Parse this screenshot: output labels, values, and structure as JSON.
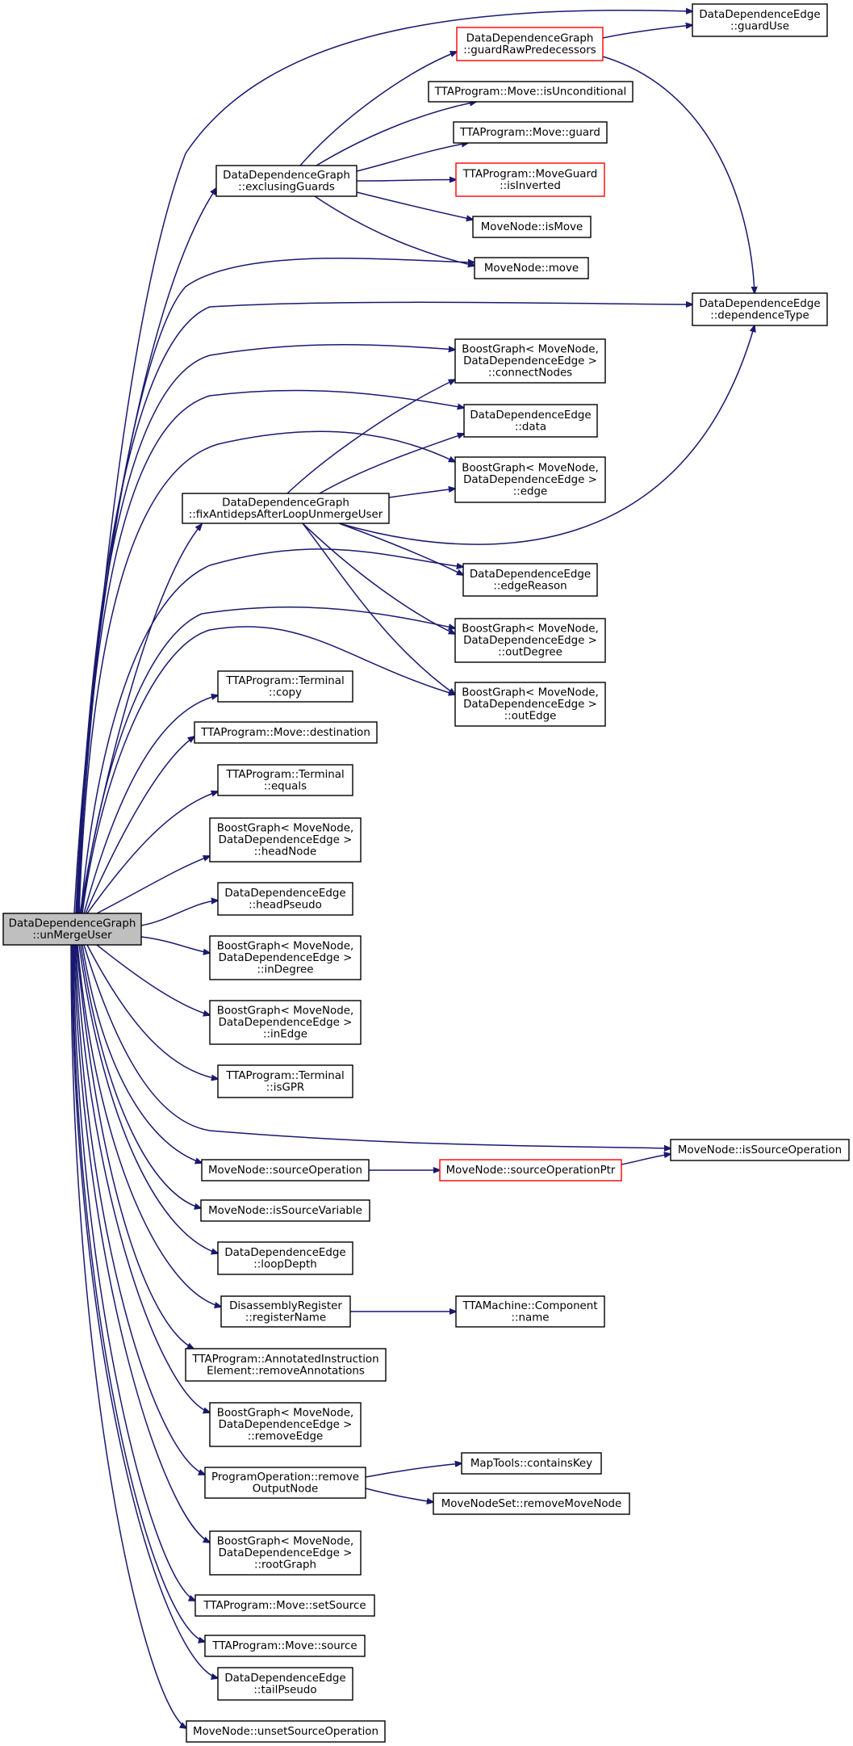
{
  "colors": {
    "edge": "#191970",
    "root_fill": "#bfbfbf",
    "node_fill": "#ffffff",
    "node_border": "#000000",
    "incomplete_border": "#ff0000"
  },
  "nodes": [
    {
      "id": "root",
      "lines": [
        "DataDependenceGraph",
        "::unMergeUser"
      ],
      "style": "root"
    },
    {
      "id": "guardUse",
      "lines": [
        "DataDependenceEdge",
        "::guardUse"
      ],
      "style": "normal"
    },
    {
      "id": "guardRawPred",
      "lines": [
        "DataDependenceGraph",
        "::guardRawPredecessors"
      ],
      "style": "incomplete"
    },
    {
      "id": "isUncond",
      "lines": [
        "TTAProgram::Move::isUnconditional"
      ],
      "style": "normal"
    },
    {
      "id": "moveGuard",
      "lines": [
        "TTAProgram::Move::guard"
      ],
      "style": "normal"
    },
    {
      "id": "isInverted",
      "lines": [
        "TTAProgram::MoveGuard",
        "::isInverted"
      ],
      "style": "incomplete"
    },
    {
      "id": "exclGuards",
      "lines": [
        "DataDependenceGraph",
        "::exclusingGuards"
      ],
      "style": "normal"
    },
    {
      "id": "isMove",
      "lines": [
        "MoveNode::isMove"
      ],
      "style": "normal"
    },
    {
      "id": "mnMove",
      "lines": [
        "MoveNode::move"
      ],
      "style": "normal"
    },
    {
      "id": "depType",
      "lines": [
        "DataDependenceEdge",
        "::dependenceType"
      ],
      "style": "normal"
    },
    {
      "id": "connectNodes",
      "lines": [
        "BoostGraph< MoveNode,",
        "DataDependenceEdge >",
        "::connectNodes"
      ],
      "style": "normal"
    },
    {
      "id": "edgeData",
      "lines": [
        "DataDependenceEdge",
        "::data"
      ],
      "style": "normal"
    },
    {
      "id": "bgEdge",
      "lines": [
        "BoostGraph< MoveNode,",
        "DataDependenceEdge >",
        "::edge"
      ],
      "style": "normal"
    },
    {
      "id": "fixAnti",
      "lines": [
        "DataDependenceGraph",
        "::fixAntidepsAfterLoopUnmergeUser"
      ],
      "style": "normal"
    },
    {
      "id": "edgeReason",
      "lines": [
        "DataDependenceEdge",
        "::edgeReason"
      ],
      "style": "normal"
    },
    {
      "id": "outDegree",
      "lines": [
        "BoostGraph< MoveNode,",
        "DataDependenceEdge >",
        "::outDegree"
      ],
      "style": "normal"
    },
    {
      "id": "outEdge",
      "lines": [
        "BoostGraph< MoveNode,",
        "DataDependenceEdge >",
        "::outEdge"
      ],
      "style": "normal"
    },
    {
      "id": "termCopy",
      "lines": [
        "TTAProgram::Terminal",
        "::copy"
      ],
      "style": "normal"
    },
    {
      "id": "moveDest",
      "lines": [
        "TTAProgram::Move::destination"
      ],
      "style": "normal"
    },
    {
      "id": "termEquals",
      "lines": [
        "TTAProgram::Terminal",
        "::equals"
      ],
      "style": "normal"
    },
    {
      "id": "headNode",
      "lines": [
        "BoostGraph< MoveNode,",
        "DataDependenceEdge >",
        "::headNode"
      ],
      "style": "normal"
    },
    {
      "id": "headPseudo",
      "lines": [
        "DataDependenceEdge",
        "::headPseudo"
      ],
      "style": "normal"
    },
    {
      "id": "inDegree",
      "lines": [
        "BoostGraph< MoveNode,",
        "DataDependenceEdge >",
        "::inDegree"
      ],
      "style": "normal"
    },
    {
      "id": "inEdge",
      "lines": [
        "BoostGraph< MoveNode,",
        "DataDependenceEdge >",
        "::inEdge"
      ],
      "style": "normal"
    },
    {
      "id": "isGPR",
      "lines": [
        "TTAProgram::Terminal",
        "::isGPR"
      ],
      "style": "normal"
    },
    {
      "id": "isSrcOp",
      "lines": [
        "MoveNode::isSourceOperation"
      ],
      "style": "normal"
    },
    {
      "id": "srcOp",
      "lines": [
        "MoveNode::sourceOperation"
      ],
      "style": "normal"
    },
    {
      "id": "srcOpPtr",
      "lines": [
        "MoveNode::sourceOperationPtr"
      ],
      "style": "incomplete"
    },
    {
      "id": "isSrcVar",
      "lines": [
        "MoveNode::isSourceVariable"
      ],
      "style": "normal"
    },
    {
      "id": "loopDepth",
      "lines": [
        "DataDependenceEdge",
        "::loopDepth"
      ],
      "style": "normal"
    },
    {
      "id": "regName",
      "lines": [
        "DisassemblyRegister",
        "::registerName"
      ],
      "style": "normal"
    },
    {
      "id": "compName",
      "lines": [
        "TTAMachine::Component",
        "::name"
      ],
      "style": "normal"
    },
    {
      "id": "removeAnn",
      "lines": [
        "TTAProgram::AnnotatedInstruction",
        "Element::removeAnnotations"
      ],
      "style": "normal"
    },
    {
      "id": "removeEdge",
      "lines": [
        "BoostGraph< MoveNode,",
        "DataDependenceEdge >",
        "::removeEdge"
      ],
      "style": "normal"
    },
    {
      "id": "removeOut",
      "lines": [
        "ProgramOperation::remove",
        "OutputNode"
      ],
      "style": "normal"
    },
    {
      "id": "containsKey",
      "lines": [
        "MapTools::containsKey"
      ],
      "style": "normal"
    },
    {
      "id": "removeMoveNode",
      "lines": [
        "MoveNodeSet::removeMoveNode"
      ],
      "style": "normal"
    },
    {
      "id": "rootGraph",
      "lines": [
        "BoostGraph< MoveNode,",
        "DataDependenceEdge >",
        "::rootGraph"
      ],
      "style": "normal"
    },
    {
      "id": "setSource",
      "lines": [
        "TTAProgram::Move::setSource"
      ],
      "style": "normal"
    },
    {
      "id": "moveSource",
      "lines": [
        "TTAProgram::Move::source"
      ],
      "style": "normal"
    },
    {
      "id": "tailPseudo",
      "lines": [
        "DataDependenceEdge",
        "::tailPseudo"
      ],
      "style": "normal"
    },
    {
      "id": "unsetSrcOp",
      "lines": [
        "MoveNode::unsetSourceOperation"
      ],
      "style": "normal"
    }
  ],
  "edges": [
    [
      "root",
      "guardUse"
    ],
    [
      "root",
      "exclGuards"
    ],
    [
      "root",
      "mnMove"
    ],
    [
      "root",
      "depType"
    ],
    [
      "root",
      "connectNodes"
    ],
    [
      "root",
      "edgeData"
    ],
    [
      "root",
      "bgEdge"
    ],
    [
      "root",
      "fixAnti"
    ],
    [
      "root",
      "edgeReason"
    ],
    [
      "root",
      "outDegree"
    ],
    [
      "root",
      "outEdge"
    ],
    [
      "root",
      "termCopy"
    ],
    [
      "root",
      "moveDest"
    ],
    [
      "root",
      "termEquals"
    ],
    [
      "root",
      "headNode"
    ],
    [
      "root",
      "headPseudo"
    ],
    [
      "root",
      "inDegree"
    ],
    [
      "root",
      "inEdge"
    ],
    [
      "root",
      "isGPR"
    ],
    [
      "root",
      "isSrcOp"
    ],
    [
      "root",
      "srcOp"
    ],
    [
      "root",
      "isSrcVar"
    ],
    [
      "root",
      "loopDepth"
    ],
    [
      "root",
      "regName"
    ],
    [
      "root",
      "removeAnn"
    ],
    [
      "root",
      "removeEdge"
    ],
    [
      "root",
      "removeOut"
    ],
    [
      "root",
      "rootGraph"
    ],
    [
      "root",
      "setSource"
    ],
    [
      "root",
      "moveSource"
    ],
    [
      "root",
      "tailPseudo"
    ],
    [
      "root",
      "unsetSrcOp"
    ],
    [
      "guardRawPred",
      "guardUse"
    ],
    [
      "guardRawPred",
      "depType"
    ],
    [
      "exclGuards",
      "guardRawPred"
    ],
    [
      "exclGuards",
      "isUncond"
    ],
    [
      "exclGuards",
      "moveGuard"
    ],
    [
      "exclGuards",
      "isInverted"
    ],
    [
      "exclGuards",
      "isMove"
    ],
    [
      "exclGuards",
      "mnMove"
    ],
    [
      "fixAnti",
      "connectNodes"
    ],
    [
      "fixAnti",
      "edgeData"
    ],
    [
      "fixAnti",
      "bgEdge"
    ],
    [
      "fixAnti",
      "depType"
    ],
    [
      "fixAnti",
      "edgeReason"
    ],
    [
      "fixAnti",
      "outDegree"
    ],
    [
      "fixAnti",
      "outEdge"
    ],
    [
      "srcOp",
      "srcOpPtr"
    ],
    [
      "srcOpPtr",
      "isSrcOp"
    ],
    [
      "regName",
      "compName"
    ],
    [
      "removeOut",
      "containsKey"
    ],
    [
      "removeOut",
      "removeMoveNode"
    ]
  ]
}
